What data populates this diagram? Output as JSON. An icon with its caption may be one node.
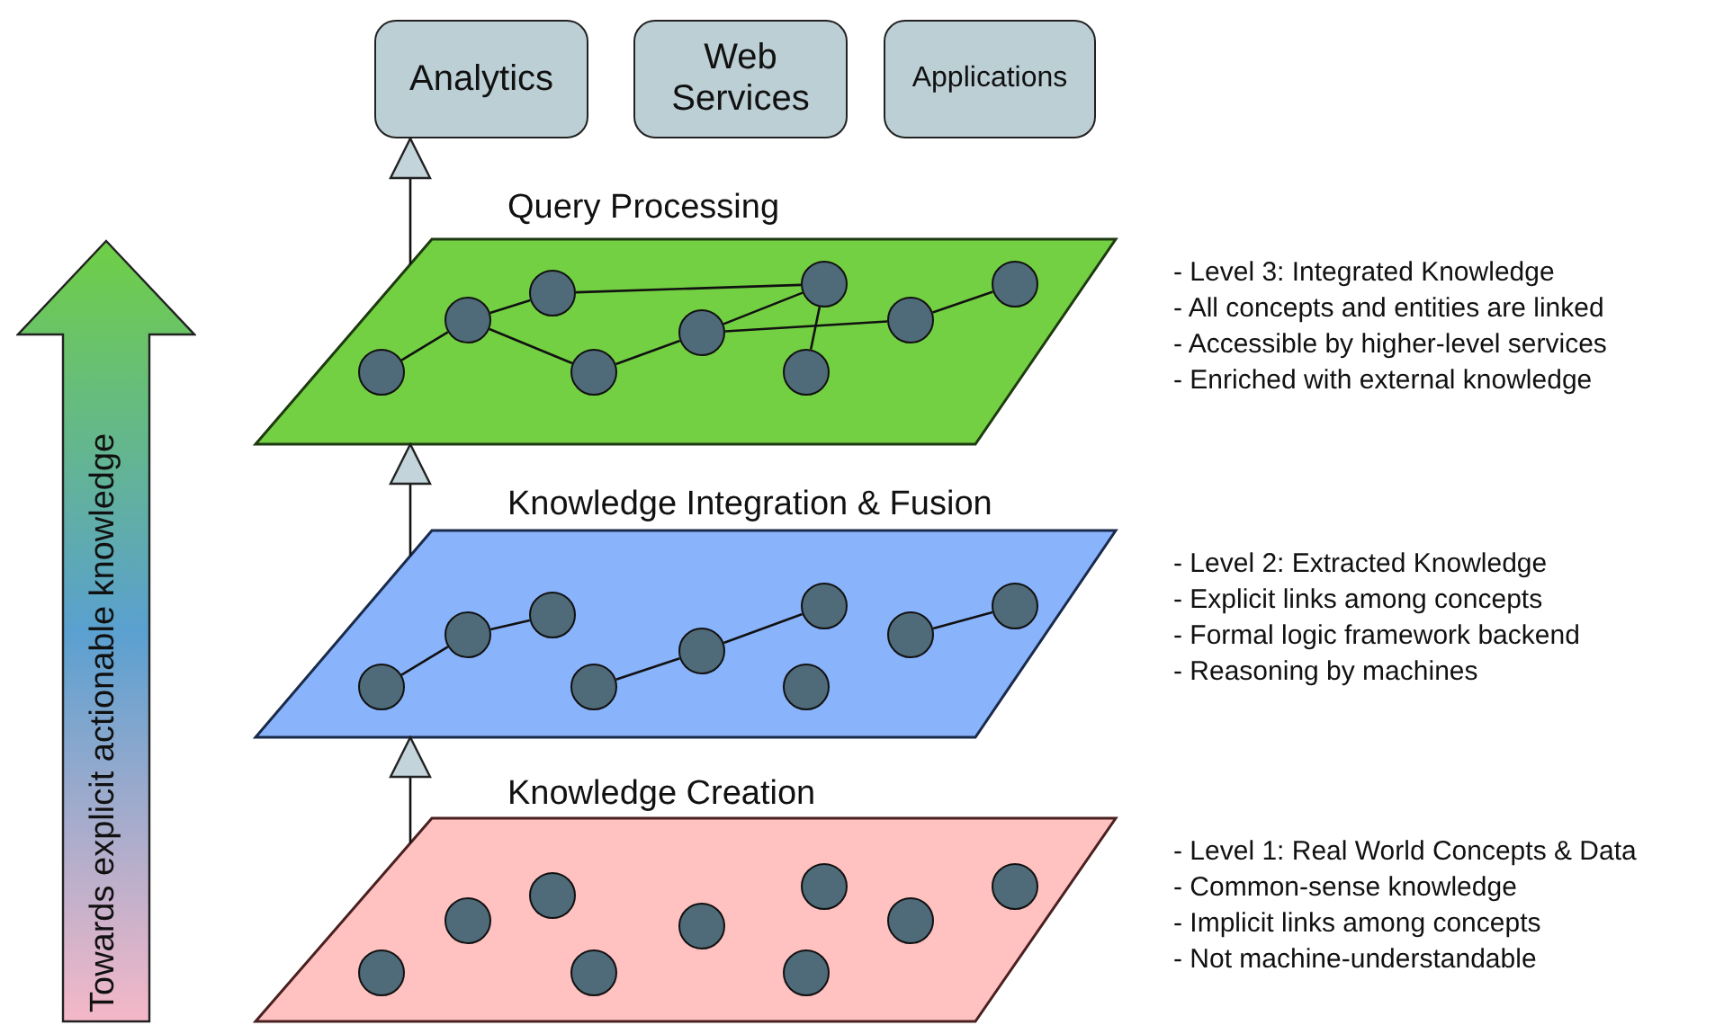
{
  "diagram": {
    "nodes": [
      {
        "text": [
          "Analytics"
        ]
      },
      {
        "text": [
          "Web Services"
        ]
      },
      {
        "text": [
          "Applications"
        ]
      },
      {
        "text": [],
        "shape": "parallelogram",
        "beside": [
          "- Level 3: Integrated Knowledge",
          "- All concepts and entities are linked",
          "- Accessible by higher-level services",
          "- Enriched with external knowledge"
        ]
      },
      {
        "text": [],
        "shape": "circle",
        "in": 3
      },
      {
        "text": [],
        "shape": "circle",
        "in": 3
      },
      {
        "text": [],
        "shape": "circle",
        "in": 3
      },
      {
        "text": [],
        "shape": "circle",
        "in": 3
      },
      {
        "text": [],
        "shape": "circle",
        "in": 3
      },
      {
        "text": [],
        "shape": "circle",
        "in": 3
      },
      {
        "text": [],
        "shape": "circle",
        "in": 3
      },
      {
        "text": [],
        "shape": "circle",
        "in": 3
      },
      {
        "text": [],
        "shape": "circle",
        "in": 3
      },
      {
        "text": [],
        "shape": "parallelogram",
        "beside": [
          "- Level 2: Extracted Knowledge",
          "- Explicit links among concepts",
          "- Formal logic framework backend",
          "- Reasoning by machines"
        ]
      },
      {
        "text": [],
        "shape": "circle",
        "in": 13
      },
      {
        "text": [],
        "shape": "circle",
        "in": 13
      },
      {
        "text": [],
        "shape": "circle",
        "in": 13
      },
      {
        "text": [],
        "shape": "circle",
        "in": 13
      },
      {
        "text": [],
        "shape": "circle",
        "in": 13
      },
      {
        "text": [],
        "shape": "circle",
        "in": 13
      },
      {
        "text": [],
        "shape": "circle",
        "in": 13
      },
      {
        "text": [],
        "shape": "circle",
        "in": 13
      },
      {
        "text": [],
        "shape": "circle",
        "in": 13
      },
      {
        "text": [],
        "shape": "parallelogram",
        "beside": [
          "- Level 1: Real World Concepts & Data",
          "- Common-sense knowledge",
          "- Implicit links among concepts",
          "- Not machine-understandable"
        ]
      },
      {
        "text": [],
        "shape": "circle",
        "in": 23
      },
      {
        "text": [],
        "shape": "circle",
        "in": 23
      },
      {
        "text": [],
        "shape": "circle",
        "in": 23
      },
      {
        "text": [],
        "shape": "circle",
        "in": 23
      },
      {
        "text": [],
        "shape": "circle",
        "in": 23
      },
      {
        "text": [],
        "shape": "circle",
        "in": 23
      },
      {
        "text": [],
        "shape": "circle",
        "in": 23
      },
      {
        "text": [],
        "shape": "circle",
        "in": 23
      },
      {
        "text": [],
        "shape": "circle",
        "in": 23
      },
      {
        "text": [
          "Towards explicit actionable knowledge"
        ]
      }
    ],
    "edges": [
      {
        "from": 23,
        "to": 13,
        "arrow": "to",
        "label": "Knowledge Creation"
      },
      {
        "from": 13,
        "to": 3,
        "arrow": "to",
        "label": "Knowledge Integration & Fusion"
      },
      {
        "from": 3,
        "to": 0,
        "arrow": "to",
        "label": "Query Processing"
      },
      {
        "from": 4,
        "to": 5,
        "arrow": "none"
      },
      {
        "from": 5,
        "to": 6,
        "arrow": "none"
      },
      {
        "from": 6,
        "to": 10,
        "arrow": "none"
      },
      {
        "from": 5,
        "to": 7,
        "arrow": "none"
      },
      {
        "from": 7,
        "to": 8,
        "arrow": "none"
      },
      {
        "from": 8,
        "to": 10,
        "arrow": "none"
      },
      {
        "from": 10,
        "to": 9,
        "arrow": "none"
      },
      {
        "from": 8,
        "to": 11,
        "arrow": "none"
      },
      {
        "from": 11,
        "to": 12,
        "arrow": "none"
      },
      {
        "from": 14,
        "to": 15,
        "arrow": "none"
      },
      {
        "from": 15,
        "to": 16,
        "arrow": "none"
      },
      {
        "from": 17,
        "to": 18,
        "arrow": "none"
      },
      {
        "from": 18,
        "to": 20,
        "arrow": "none"
      },
      {
        "from": 21,
        "to": 22,
        "arrow": "none"
      }
    ]
  }
}
